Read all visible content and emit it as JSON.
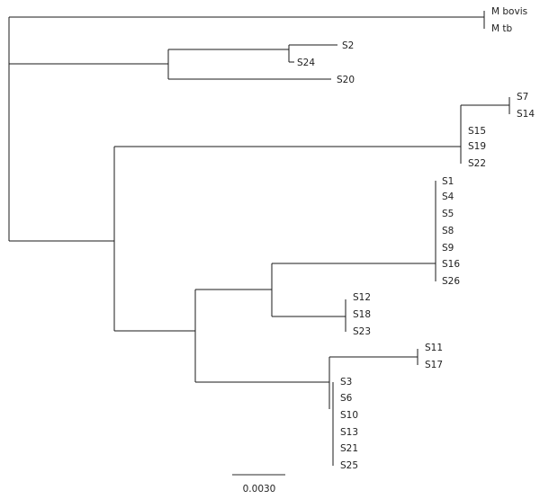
{
  "tips": [
    "M bovis",
    "M tb",
    "S2",
    "S24",
    "S20",
    "S7",
    "S14",
    "S15",
    "S19",
    "S22",
    "S1",
    "S4",
    "S5",
    "S8",
    "S9",
    "S16",
    "S26",
    "S12",
    "S18",
    "S23",
    "S11",
    "S17",
    "S3",
    "S6",
    "S10",
    "S13",
    "S21",
    "S25"
  ],
  "scale_bar": {
    "label": "0.0030",
    "length": 0.003
  },
  "colors": {
    "branch": "#1a1a1a",
    "text": "#222222"
  }
}
